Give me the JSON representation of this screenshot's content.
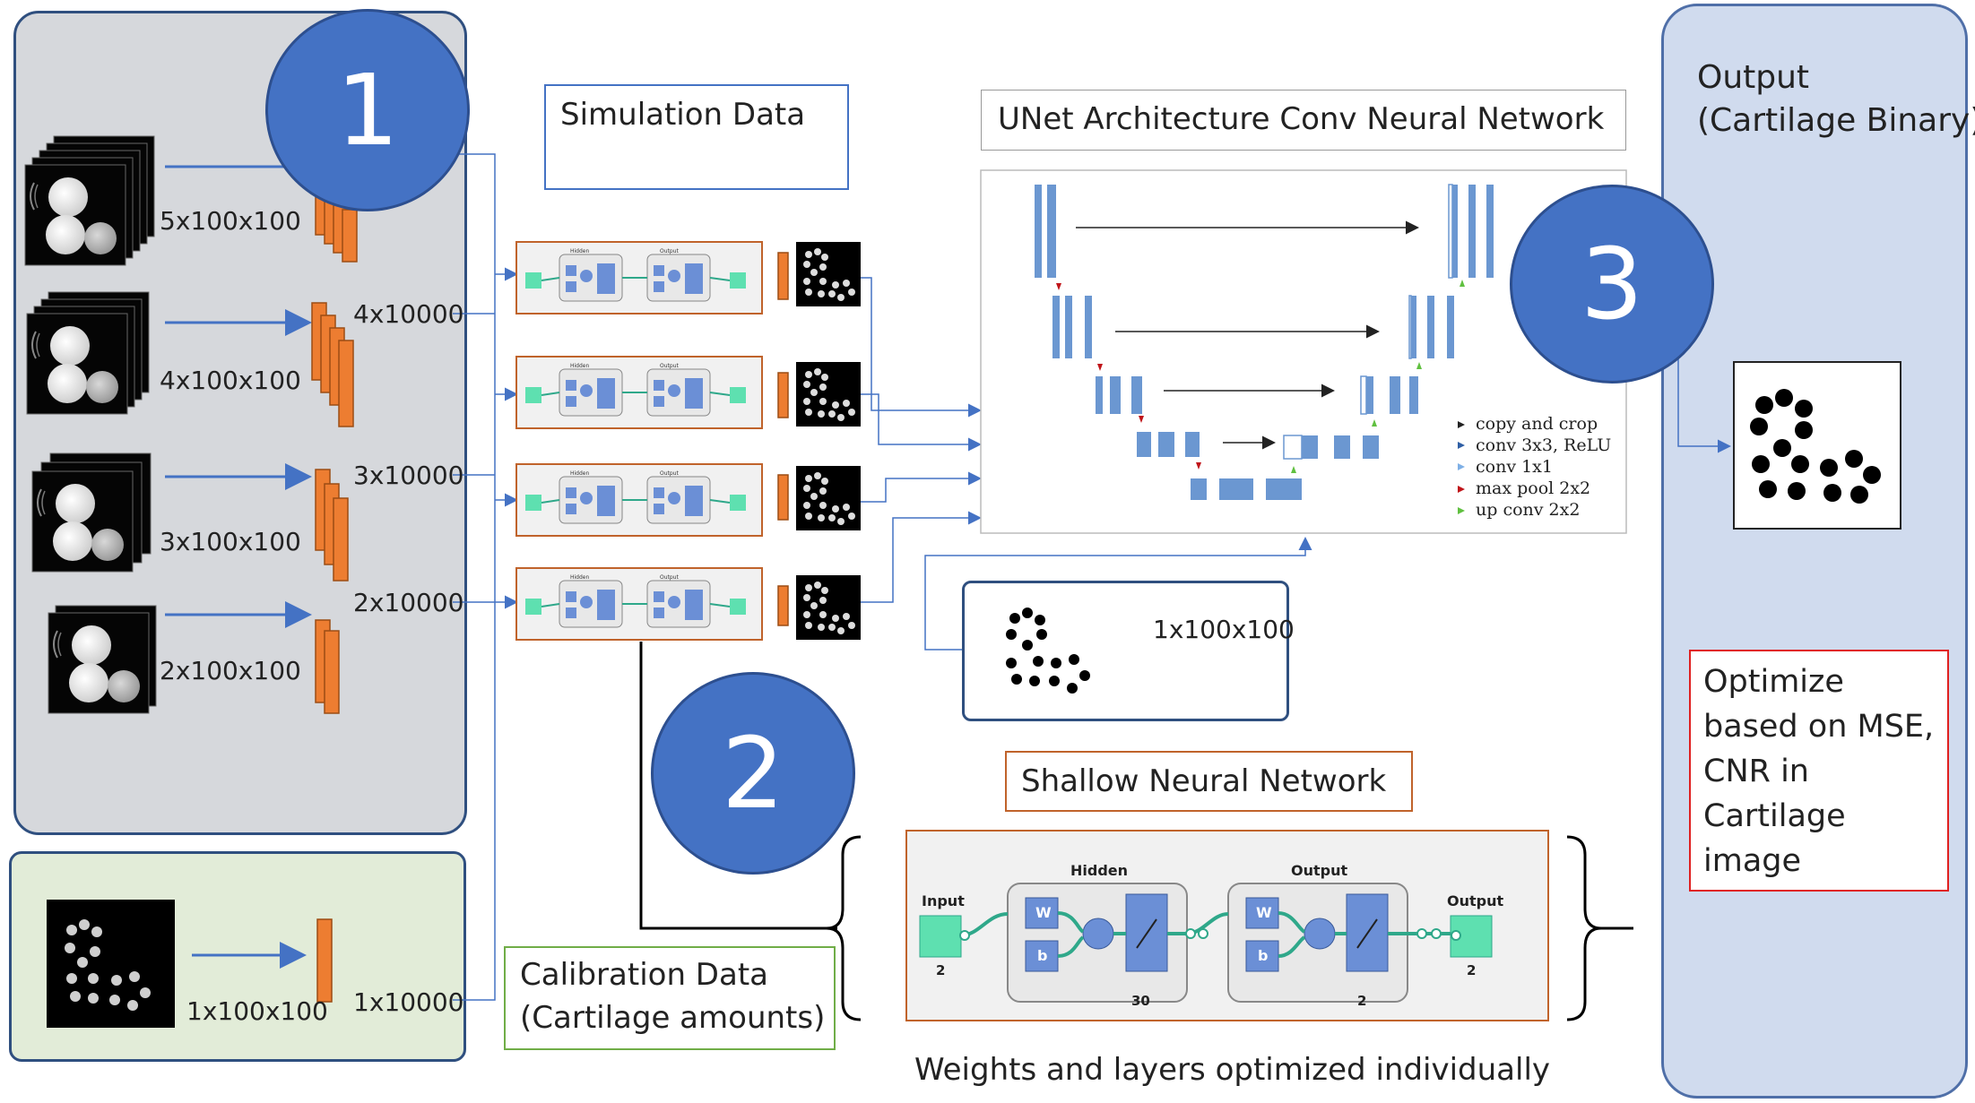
{
  "badges": {
    "one": "1",
    "two": "2",
    "three": "3"
  },
  "input_stack_labels": [
    "5x100x100",
    "4x100x100",
    "3x100x100",
    "2x100x100"
  ],
  "vector_labels": [
    "4x10000",
    "3x10000",
    "2x10000"
  ],
  "calibration_input": {
    "image_label": "1x100x100",
    "vector_label": "1x10000"
  },
  "simulation_data": {
    "title": "Simulation Data"
  },
  "calibration_data": {
    "line1": "Calibration Data",
    "line2": "(Cartilage amounts)"
  },
  "unet": {
    "title": "UNet Architecture Conv Neural Network",
    "legend": [
      "copy and crop",
      "conv 3x3, ReLU",
      "conv 1x1",
      "max pool 2x2",
      "up conv 2x2"
    ]
  },
  "unet_input": {
    "label": "1x100x100"
  },
  "output": {
    "line1": "Output",
    "line2": "(Cartilage Binary)"
  },
  "optimize": {
    "lines": [
      "Optimize",
      "based on MSE,",
      "CNR in",
      "Cartilage",
      "image"
    ]
  },
  "shallow_nn": {
    "title": "Shallow Neural Network",
    "input_label": "Input",
    "hidden_label": "Hidden",
    "output_layer_label": "Output",
    "output_label": "Output",
    "w_label": "W",
    "b_label": "b",
    "input_size": "2",
    "hidden_size": "30",
    "output_layer_size": "2",
    "output_size": "2"
  },
  "caption": "Weights and layers optimized individually",
  "colors": {
    "badge": "#4472c4",
    "orange": "#ed7d31",
    "green_panel": "#e2ecd8",
    "gray_panel": "#d6d8dc",
    "blue_panel": "#d0dbee",
    "unet_block": "#6b97d1",
    "arrow": "#4472c4",
    "red_border": "#e02020"
  }
}
